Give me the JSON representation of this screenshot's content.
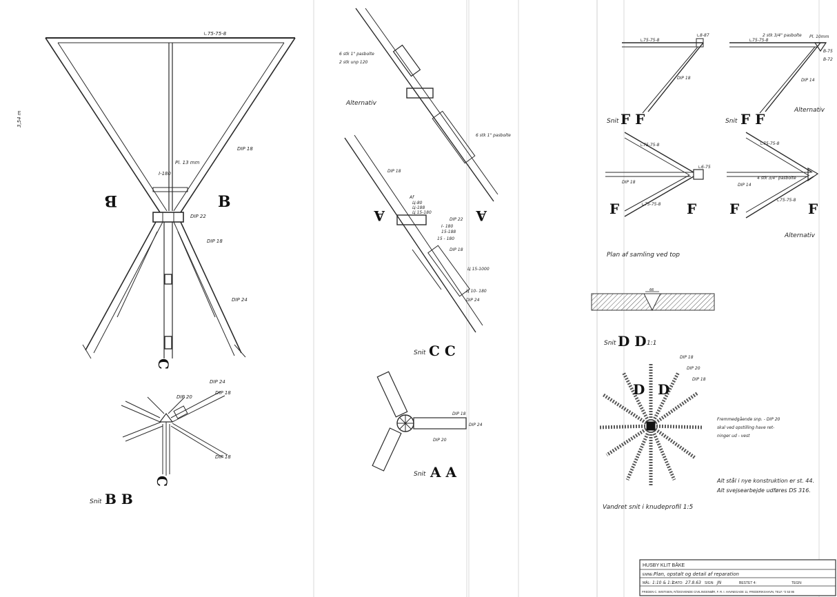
{
  "labels": {
    "left_dim": "3,54 m",
    "l75_top": "∟75-75-8",
    "dip18_left": "DIP 18",
    "pl13": "Pl. 13 mm",
    "i180": "I-180",
    "dip22_left": "DIP 22",
    "dip18_mid": "DIP 18",
    "dip24_left": "DIP 24",
    "b_letter": "B",
    "c_letter": "C",
    "dip24_bb": "DIP 24",
    "dip18_bb": "DIP 18",
    "dip20_bb": "DIP 20",
    "dip18_bb2": "DIP 18",
    "snit_bb_word": "Snit",
    "snit_bb_letters": "B B",
    "bolt6": "6 stk 1\" pasbolte",
    "unp120": "2 stk unp 120",
    "alternativ_left": "Alternativ",
    "bolt6b": "6 stk 1\" pasbolte",
    "dip18_cc": "DIP 18",
    "a_letter": "A",
    "cc_notes": [
      "Af",
      "Ц-80",
      "Ц-188",
      "Ц 15-180",
      "DIP 22",
      "I- 180",
      "15-188",
      "15 - 180",
      "DIP 18",
      "Ц 15-1000",
      "Ц 10- 180",
      "DIP 24"
    ],
    "snit_cc_word": "Snit",
    "snit_cc_letters": "C C",
    "dip18_aa": "DIP 18",
    "dip24_aa": "DIP 24",
    "dip20_aa": "DIP 20",
    "snit_aa_word": "Snit",
    "snit_aa_letters": "A A",
    "l75_ff": "∟75-75-8",
    "l887": "∟8-87",
    "dip18_ff": "DIP 18",
    "snit_ff_word": "Snit",
    "snit_ff_letters": "F F",
    "bolt_ff_alt": "2 stk 3/4\" pasbolte",
    "pl10": "Pl. 10mm",
    "l75_ff_alt": "∟75-75-8",
    "alt_ff_marks": [
      "B-75",
      "B-72"
    ],
    "dip14_ff_alt": "DIP 14",
    "alternativ_ff": "Alternativ",
    "l75_plan": "∟75-75-8",
    "l675": "∟6-75",
    "dip18_plan": "DIP 18",
    "l75_plan_b": "∟75-75-8",
    "f_letter": "F",
    "l75_alt2": "∟75-75-8",
    "bolt4": "4 stk 3/4\" pasbolte",
    "dip14_alt2": "DIP 14",
    "l75_alt2b": "∟75-75-8",
    "alternativ_plan": "Alternativ",
    "plan_caption": "Plan af samling ved top",
    "dd_dim": "66",
    "snit_dd_word": "Snit",
    "snit_dd_letters": "D D",
    "snit_dd_scale": "1:1",
    "d_letter": "D",
    "knude_marks": [
      "DIP 18",
      "DIP 20"
    ],
    "knude_note": [
      "Fremmedgående snp. - DIP 20",
      "skal ved opstilling have ret-",
      "ninger ud - vest"
    ],
    "steel_note": [
      "Alt stål i nye konstruktion er st. 44.",
      "Alt svejsearbejde udføres DS 316."
    ],
    "knude_caption": "Vandret snit i knudeprofil 1:5"
  },
  "title_block": {
    "project": "HUSBY KLIT BÅKE",
    "subject_label": "EMNE:",
    "subject": "Plan, opstalt og detail af reparation",
    "scale_label": "MÅL:",
    "scale": "1:10 & 1:1",
    "date_label": "DATO:",
    "date": "27.8.63",
    "sign_label": "SIGN:",
    "sign": "JN",
    "sheet_label": "BESTET 4:",
    "drawn_label": "TEGN:",
    "firm": "FREDEN C. WISTISEN, RÅDGIVENDE CIVILINGENIØR, F. R. I. HAVNEGADE 11, FREDERIKSHAVN, TELF. *2 53 86"
  }
}
